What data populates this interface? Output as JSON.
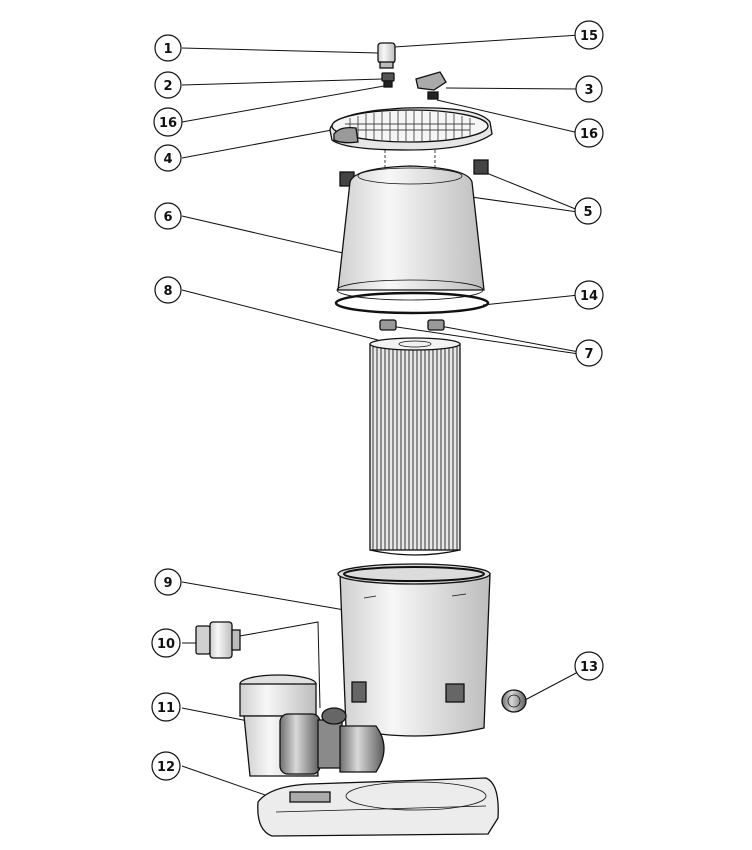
{
  "diagram": {
    "callouts": [
      {
        "id": "c1",
        "label": "1"
      },
      {
        "id": "c2",
        "label": "2"
      },
      {
        "id": "c3",
        "label": "3"
      },
      {
        "id": "c4",
        "label": "4"
      },
      {
        "id": "c5",
        "label": "5"
      },
      {
        "id": "c6",
        "label": "6"
      },
      {
        "id": "c7",
        "label": "7"
      },
      {
        "id": "c8",
        "label": "8"
      },
      {
        "id": "c9",
        "label": "9"
      },
      {
        "id": "c10",
        "label": "10"
      },
      {
        "id": "c11",
        "label": "11"
      },
      {
        "id": "c12",
        "label": "12"
      },
      {
        "id": "c13",
        "label": "13"
      },
      {
        "id": "c14",
        "label": "14"
      },
      {
        "id": "c15",
        "label": "15"
      },
      {
        "id": "c16a",
        "label": "16"
      },
      {
        "id": "c16b",
        "label": "16"
      }
    ],
    "colors": {
      "line": "#111111",
      "fill_light": "#f2f2f2",
      "fill_mid": "#cfcfcf",
      "fill_dark": "#8a8a8a",
      "background": "#ffffff"
    }
  }
}
